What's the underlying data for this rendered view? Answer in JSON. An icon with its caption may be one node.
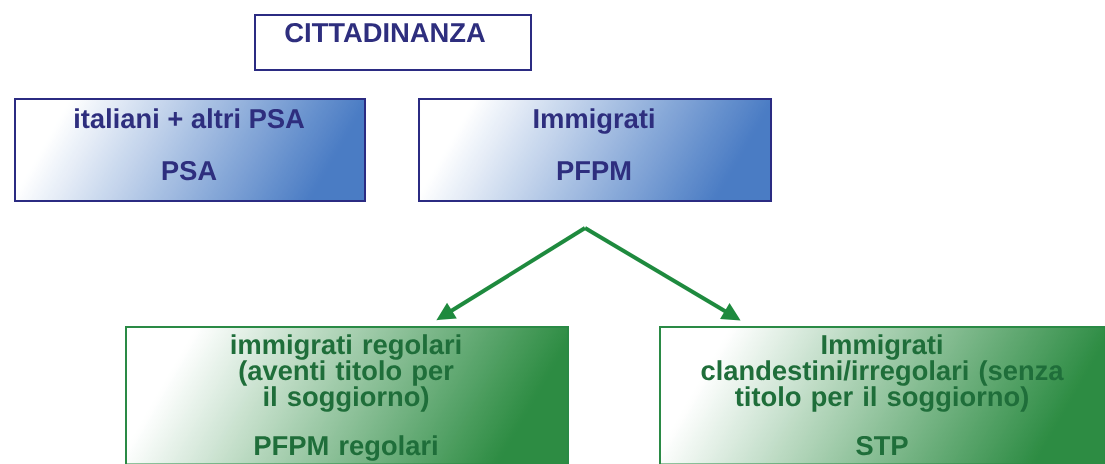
{
  "diagram": {
    "nodes": [
      {
        "text": [
          "CITTADINANZA"
        ]
      },
      {
        "text": [
          "italiani + altri PSA",
          "PSA"
        ]
      },
      {
        "text": [
          "Immigrati",
          "PFPM"
        ]
      },
      {
        "text": [
          "immigrati regolari (aventi titolo per il soggiorno)",
          "PFPM  regolari"
        ]
      },
      {
        "text": [
          "Immigrati clandestini/irregolari (senza titolo per il soggiorno)",
          "STP"
        ]
      }
    ],
    "edges": [
      {
        "from": null,
        "to": 3,
        "arrow": "to"
      },
      {
        "from": null,
        "to": 4,
        "arrow": "to"
      }
    ]
  }
}
